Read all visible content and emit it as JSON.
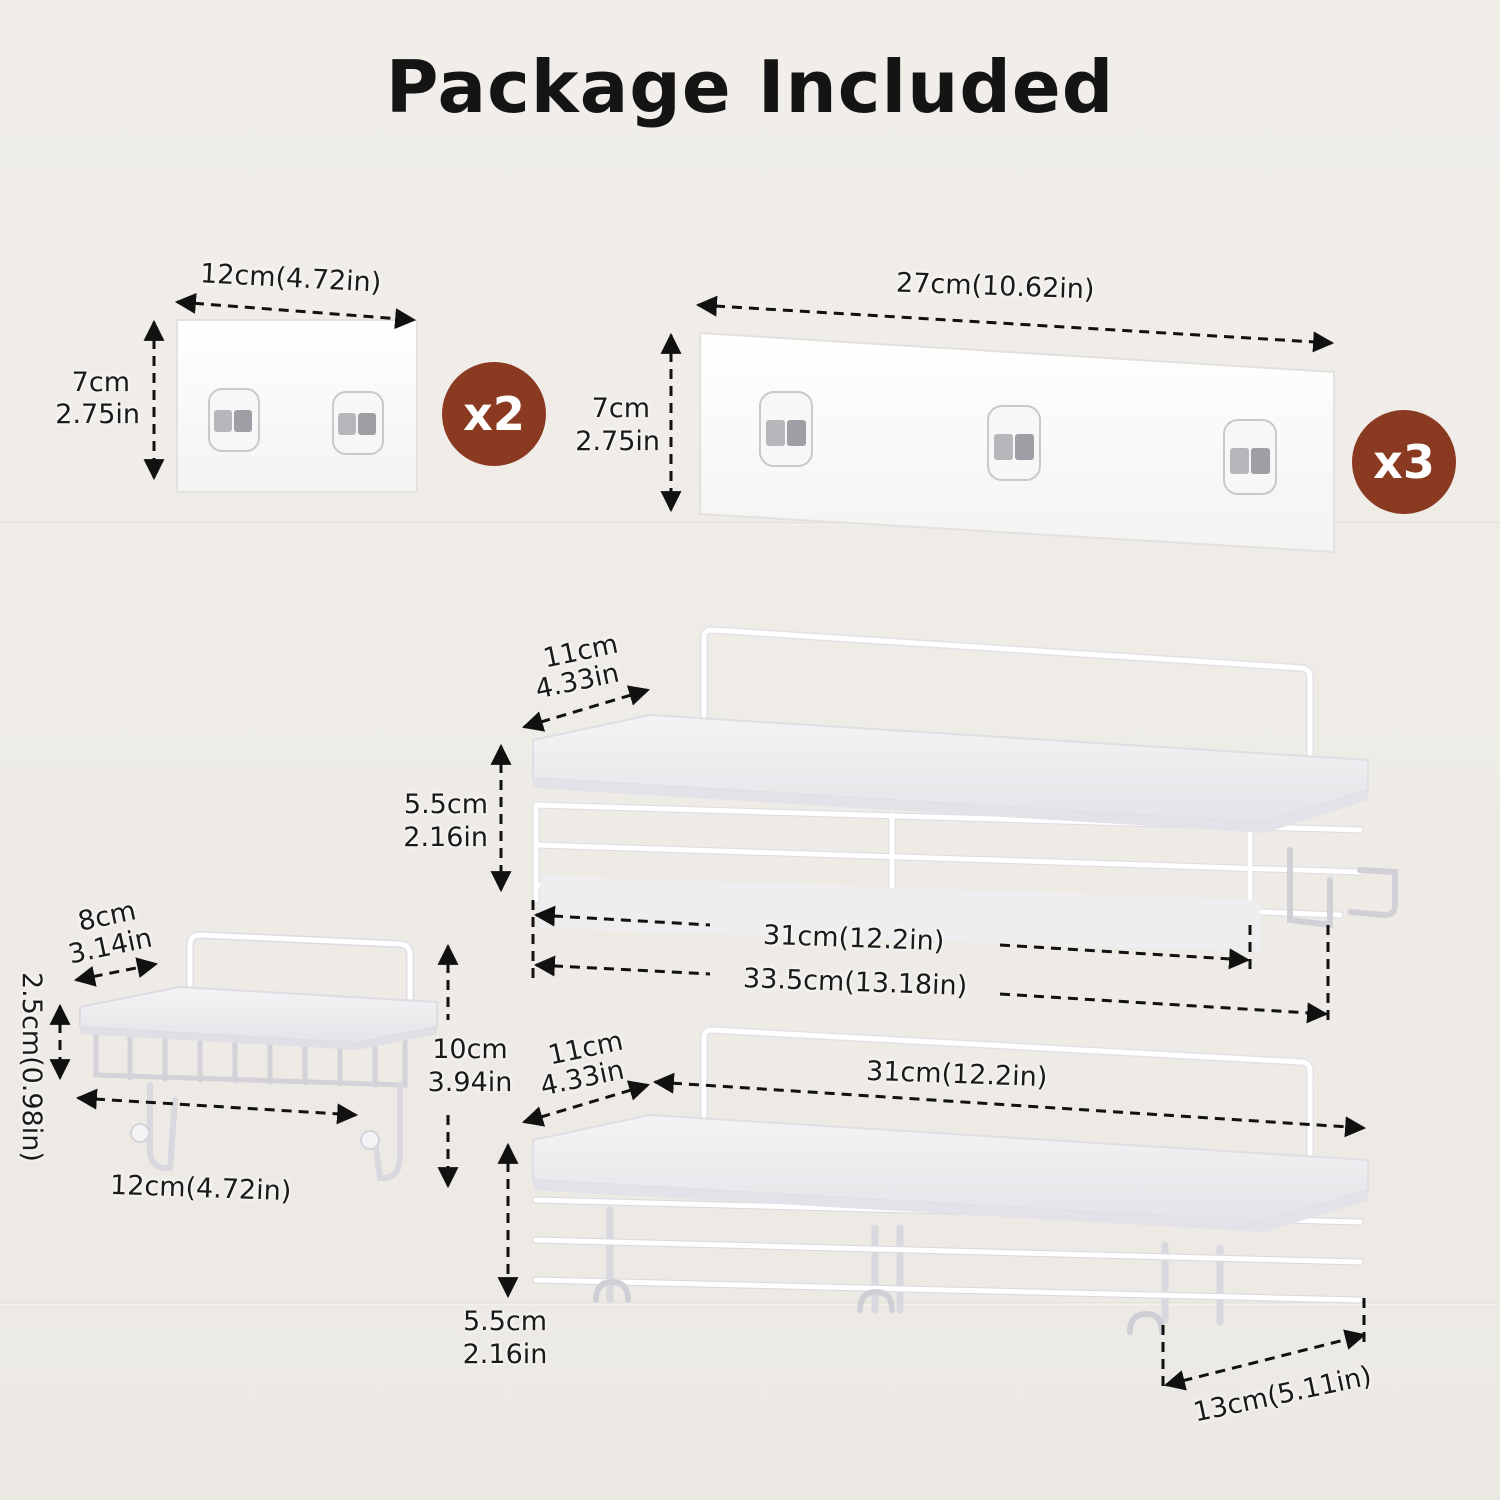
{
  "title": "Package Included",
  "strips": {
    "small": {
      "width_label": "12cm(4.72in)",
      "height_cm": "7cm",
      "height_in": "2.75in",
      "quantity": "x2"
    },
    "large": {
      "width_label": "27cm(10.62in)",
      "height_cm": "7cm",
      "height_in": "2.75in",
      "quantity": "x3"
    }
  },
  "top_shelf": {
    "depth_cm": "11cm",
    "depth_in": "4.33in",
    "height_cm": "5.5cm",
    "height_in": "2.16in",
    "inner_width": "31cm(12.2in)",
    "outer_width": "33.5cm(13.18in)"
  },
  "soap_dish": {
    "depth_cm": "8cm",
    "depth_in": "3.14in",
    "lip_height": "2.5cm(0.98in)",
    "height_cm": "10cm",
    "height_in": "3.94in",
    "width": "12cm(4.72in)"
  },
  "bottom_shelf": {
    "depth_cm": "11cm",
    "depth_in": "4.33in",
    "width": "31cm(12.2in)",
    "height_cm": "5.5cm",
    "height_in": "2.16in",
    "hook_span": "13cm(5.11in)"
  },
  "colors": {
    "badge": "#8a3a21",
    "shelf": "#ffffff",
    "background": "#efece8"
  }
}
